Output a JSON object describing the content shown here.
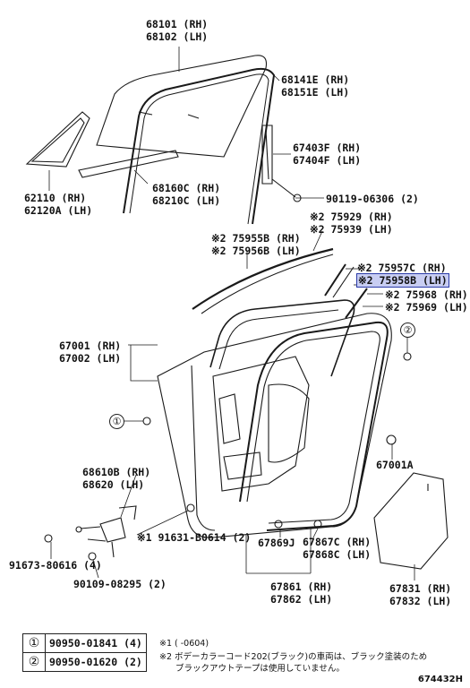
{
  "labels": {
    "l68101": [
      "68101 (RH)",
      "68102 (LH)"
    ],
    "l68141": [
      "68141E (RH)",
      "68151E (LH)"
    ],
    "l67403": [
      "67403F (RH)",
      "67404F (LH)"
    ],
    "l90119": [
      "90119-06306 (2)"
    ],
    "l68160": [
      "68160C (RH)",
      "68210C (LH)"
    ],
    "l62110": [
      "62110 (RH)",
      "62120A (LH)"
    ],
    "l75929": [
      "※2 75929 (RH)",
      "※2 75939 (LH)"
    ],
    "l75955": [
      "※2 75955B (RH)",
      "※2 75956B (LH)"
    ],
    "l75957": "※2 75957C (RH)",
    "l75958": "※2 75958B (LH)",
    "l75968": [
      "※2 75968 (RH)",
      "※2 75969 (LH)"
    ],
    "l67001": [
      "67001 (RH)",
      "67002 (LH)"
    ],
    "l67001A": [
      "67001A"
    ],
    "l68610": [
      "68610B (RH)",
      "68620 (LH)"
    ],
    "l91631": [
      "※1 91631-B0614 (2)"
    ],
    "l91673": [
      "91673-80616 (4)"
    ],
    "l90109": [
      "90109-08295 (2)"
    ],
    "l67869": [
      "67869J"
    ],
    "l67867": [
      "67867C (RH)",
      "67868C (LH)"
    ],
    "l67861": [
      "67861 (RH)",
      "67862 (LH)"
    ],
    "l67831": [
      "67831 (RH)",
      "67832 (LH)"
    ]
  },
  "callouts": {
    "c1": "①",
    "c2": "②"
  },
  "legend": [
    {
      "symbol": "①",
      "part": "90950-01841 (4)"
    },
    {
      "symbol": "②",
      "part": "90950-01620 (2)"
    }
  ],
  "notes": {
    "n1": "※1 (          -0604)",
    "n2a": "※2 ボデーカラーコード202(ブラック)の車両は、ブラック塗装のため",
    "n2b": "ブラックアウトテープは使用していません。"
  },
  "figure_ref": "674432H",
  "colors": {
    "line": "#1a1a1a",
    "highlight": "#c8cdf2",
    "highlight_border": "#2a3aa8"
  }
}
